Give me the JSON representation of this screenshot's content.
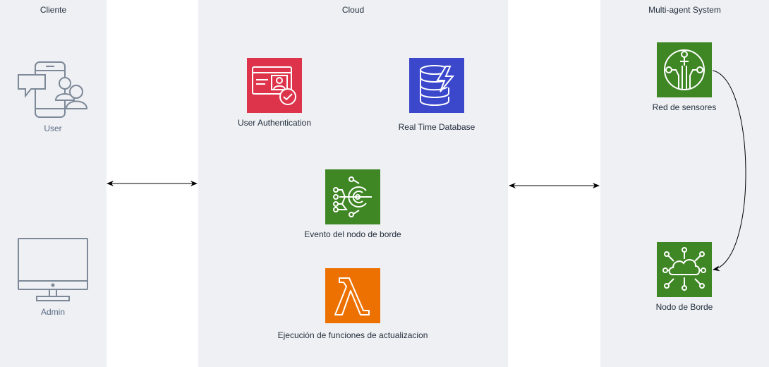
{
  "panels": {
    "client": {
      "title": "Cliente"
    },
    "cloud": {
      "title": "Cloud"
    },
    "mas": {
      "title": "Multi-agent System"
    }
  },
  "nodes": {
    "user": {
      "label": "User",
      "icon": "mobile-user-icon"
    },
    "admin": {
      "label": "Admin",
      "icon": "desktop-monitor-icon"
    },
    "auth": {
      "label": "User Authentication",
      "icon": "id-card-check-icon",
      "color": "#dd344c"
    },
    "db": {
      "label": "Real Time Database",
      "icon": "database-lightning-icon",
      "color": "#3b48cc"
    },
    "edge_event": {
      "label": "Evento del nodo de borde",
      "icon": "iot-event-icon",
      "color": "#3f8624"
    },
    "lambda": {
      "label": "Ejecución de funciones de actualizacion",
      "icon": "lambda-icon",
      "color": "#ed7100"
    },
    "sensors": {
      "label": "Red de sensores",
      "icon": "sensor-network-icon",
      "color": "#3f8624"
    },
    "edge_node": {
      "label": "Nodo de Borde",
      "icon": "cloud-edge-node-icon",
      "color": "#3f8624"
    }
  },
  "colors": {
    "panel_bg": "#eff0f3",
    "text": "#232f3e",
    "grey_icon": "#7d8998"
  }
}
